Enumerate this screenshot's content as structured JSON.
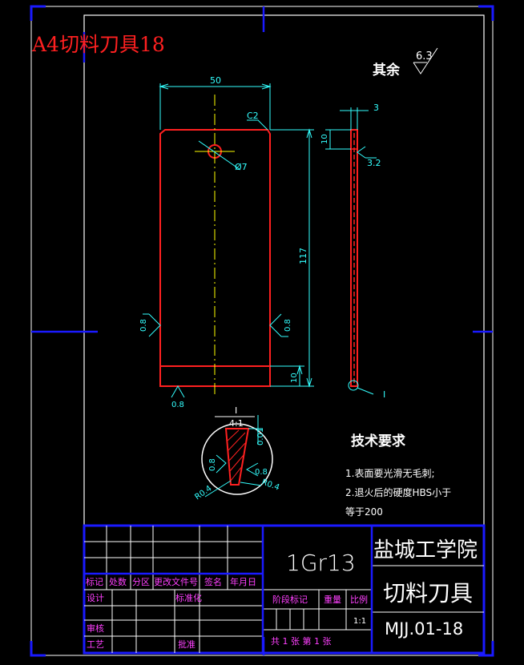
{
  "drawing_label": "A4切料刀具18",
  "roughness_note": {
    "prefix": "其余",
    "value": "6.3"
  },
  "front_view": {
    "width_dim": "50",
    "chamfer": "C2",
    "hole_dia": "Ø7",
    "height_dim": "117",
    "bottom_dim": "10",
    "roughness_left": "0.8",
    "roughness_right": "0.8",
    "roughness_bottom": "0.8"
  },
  "side_view": {
    "thickness_dim": "3",
    "top_dim": "10",
    "roughness": "3.2",
    "detail_ref": "I"
  },
  "detail_view": {
    "title": "I",
    "scale": "4:1",
    "dim_right": "0.01",
    "roughness_left": "0.8",
    "roughness_right": "0.8",
    "radius_left": "R0.4",
    "radius_right": "R0.4"
  },
  "tech_requirements": {
    "title": "技术要求",
    "lines": [
      "1.表面要光滑无毛刺;",
      "2.退火后的硬度HBS小于",
      "等于200"
    ]
  },
  "title_block": {
    "material": "1Gr13",
    "school": "盐城工学院",
    "part_name": "切料刀具",
    "drawing_no": "MJJ.01-18",
    "rev_headers": [
      "标记",
      "处数",
      "分区",
      "更改文件号",
      "签名",
      "年月日"
    ],
    "design": "设计",
    "standardize": "标准化",
    "review": "审核",
    "process": "工艺",
    "approve": "批准",
    "stage_mark": "阶段标记",
    "weight": "重量",
    "scale_label": "比例",
    "scale_value": "1:1",
    "sheet_info": "共 1 张 第 1 张"
  }
}
